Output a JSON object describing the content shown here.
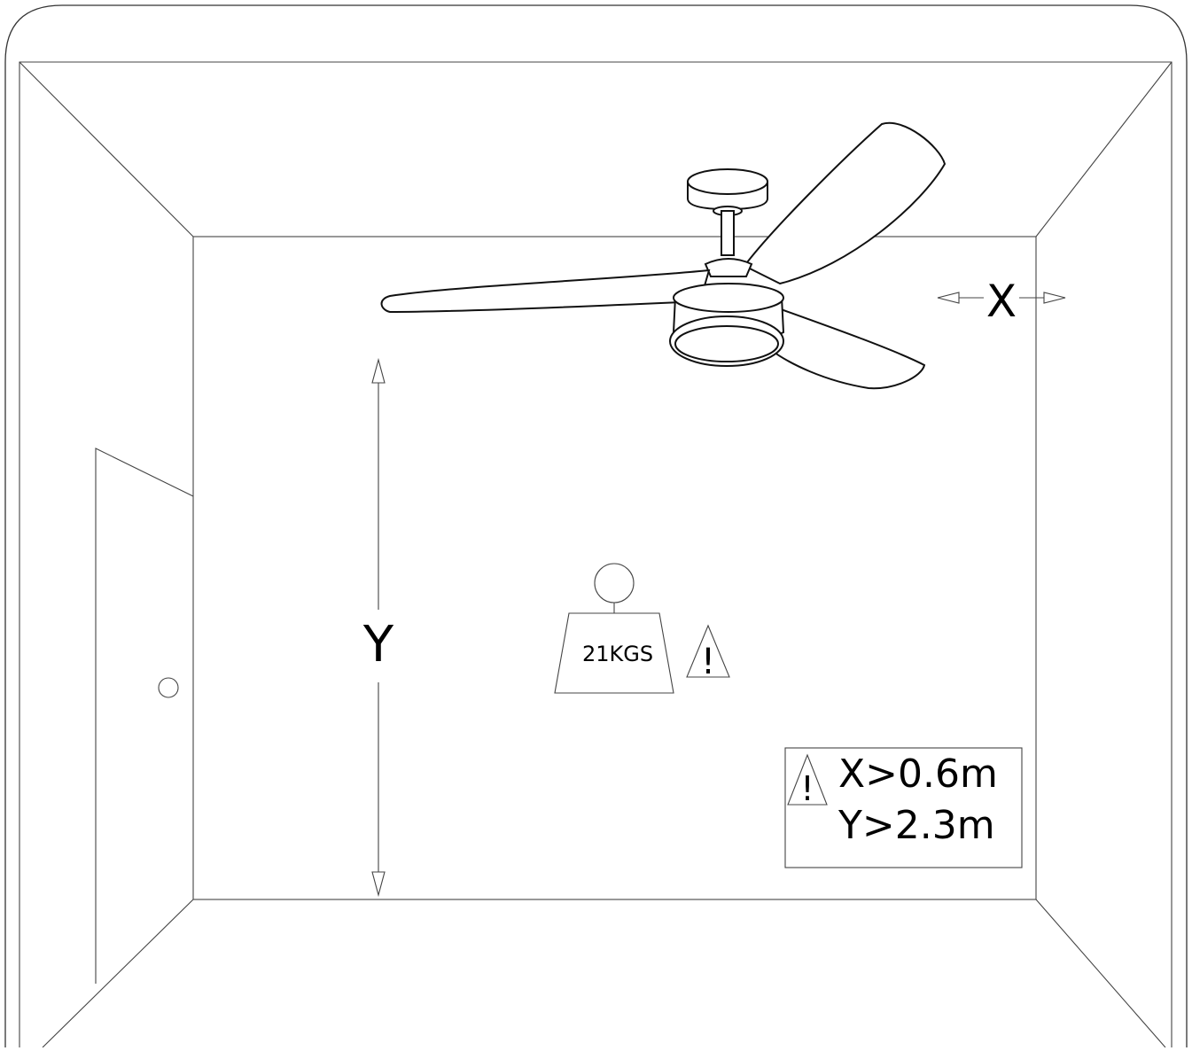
{
  "labels": {
    "x_dimension": "X",
    "y_dimension": "Y",
    "weight": "21KGS",
    "warning_mark": "!"
  },
  "requirements": {
    "x_rule": "X>0.6m",
    "y_rule": "Y>2.3m"
  },
  "colors": {
    "line": "#333333",
    "background": "#ffffff"
  },
  "icons": {
    "warning": "warning-triangle-icon",
    "weight": "weight-icon",
    "fan": "ceiling-fan-icon",
    "door": "door-icon"
  }
}
